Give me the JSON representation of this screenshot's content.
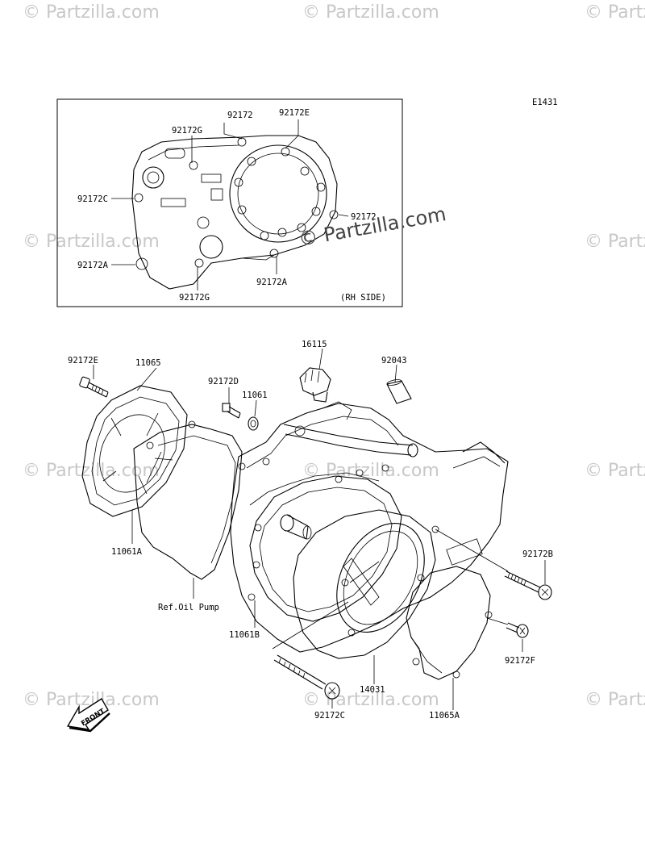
{
  "diagram": {
    "code": "E1431",
    "inset_side_note": "(RH SIDE)",
    "watermark": "© Partzilla.com",
    "watermark_center": "© Partzilla.com",
    "front_label": "FRONT",
    "inset_labels": {
      "l1": "92172",
      "l2": "92172E",
      "l3": "92172G",
      "l4": "92172C",
      "l5": "92172",
      "l6": "92172A",
      "l7": "92172A",
      "l8": "92172G"
    },
    "parts": {
      "p1": "92172E",
      "p2": "11065",
      "p3": "92172D",
      "p4": "11061",
      "p5": "16115",
      "p6": "92043",
      "p7": "11061A",
      "p8": "Ref.Oil Pump",
      "p9": "11061B",
      "p10": "92172B",
      "p11": "92172F",
      "p12": "14031",
      "p13": "92172C",
      "p14": "11065A"
    }
  }
}
